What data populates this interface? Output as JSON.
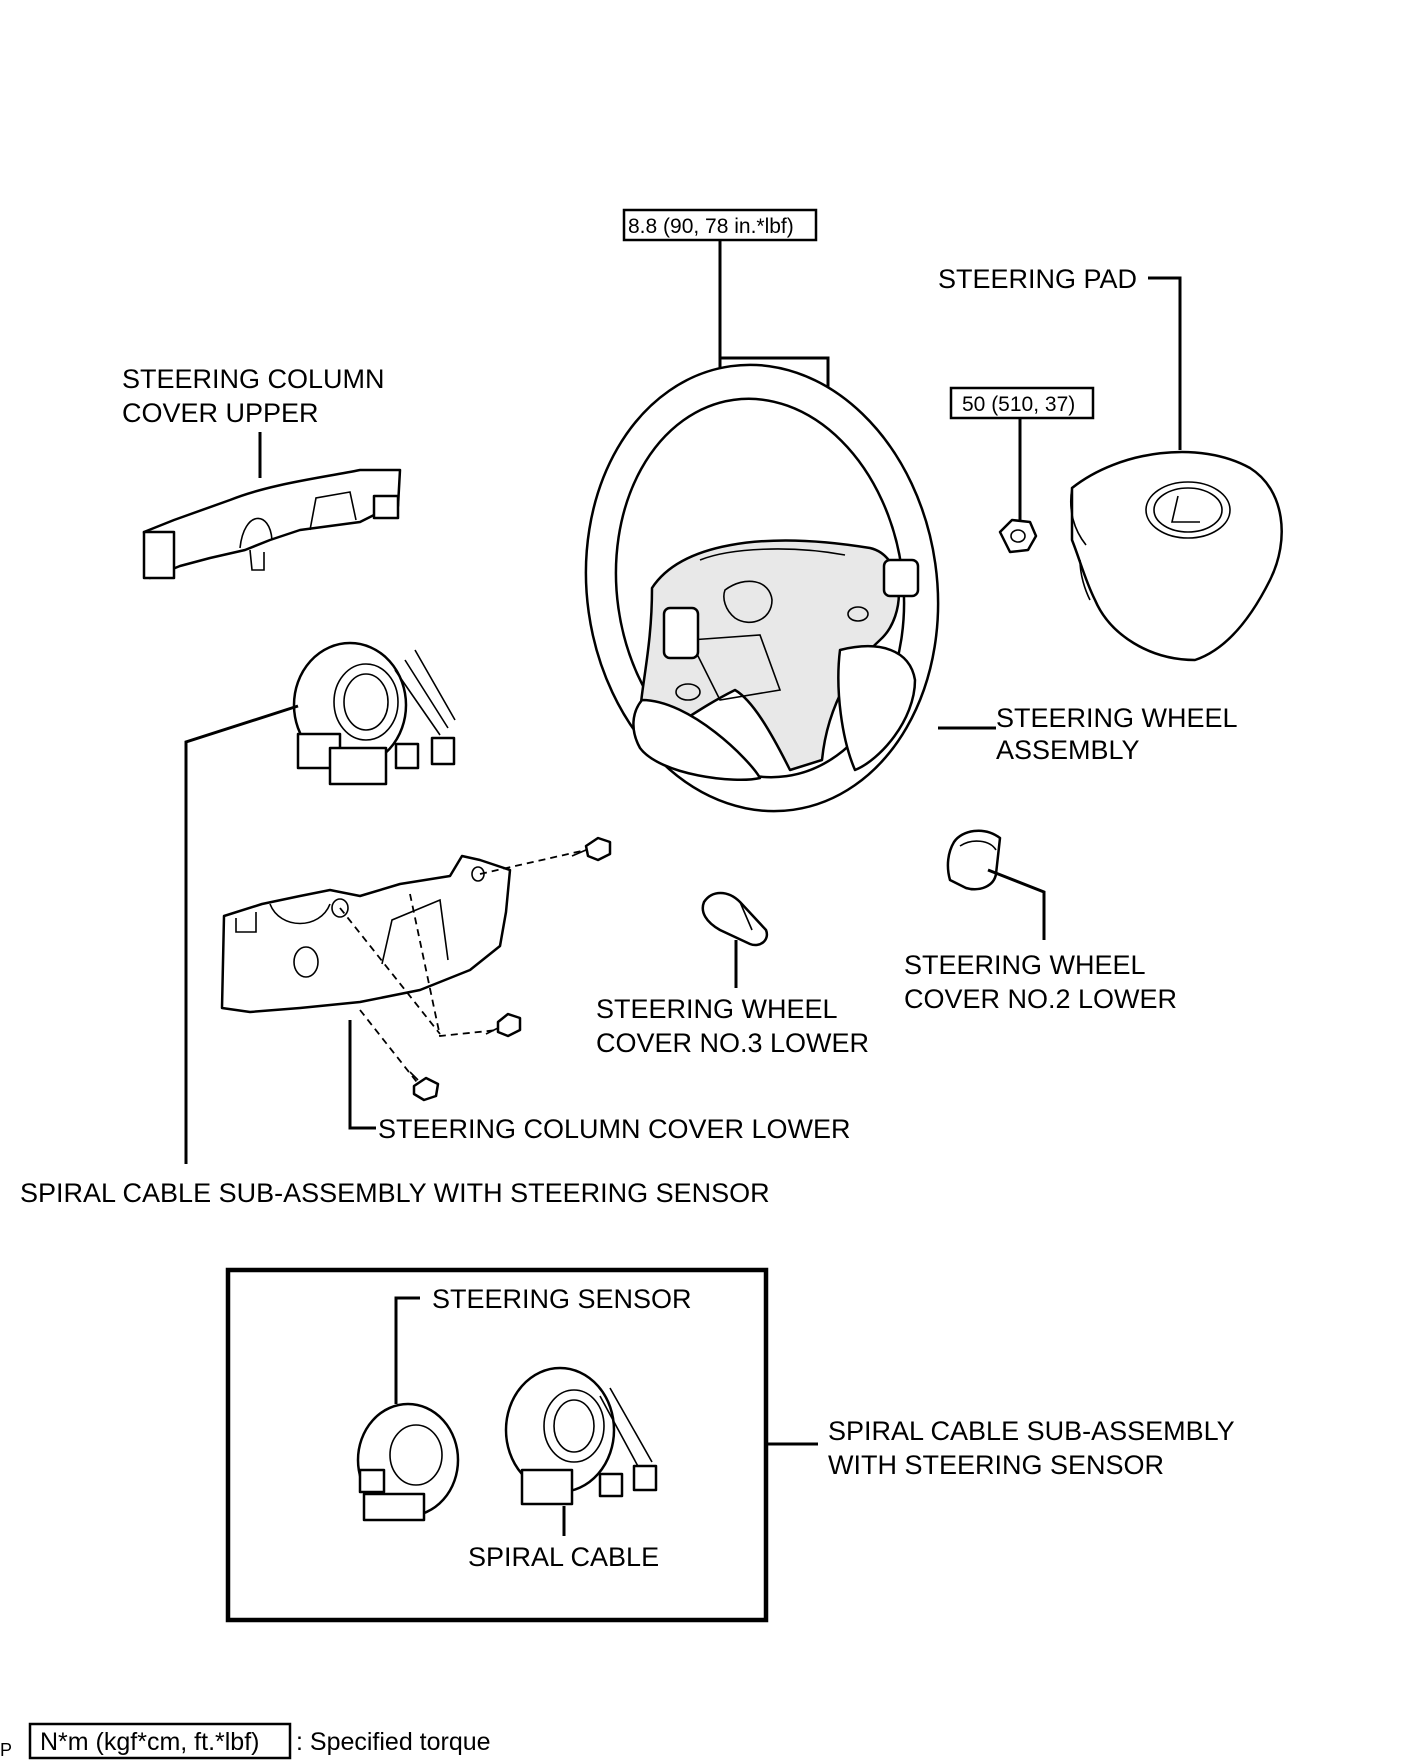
{
  "labels": {
    "torque_wheel": "8.8 (90, 78 in.*lbf)",
    "torque_nut": "50 (510, 37)",
    "steering_pad": "STEERING PAD",
    "column_cover_upper_1": "STEERING COLUMN",
    "column_cover_upper_2": "COVER UPPER",
    "wheel_assembly_1": "STEERING WHEEL",
    "wheel_assembly_2": "ASSEMBLY",
    "cover_no2_1": "STEERING WHEEL",
    "cover_no2_2": "COVER NO.2 LOWER",
    "cover_no3_1": "STEERING WHEEL",
    "cover_no3_2": "COVER NO.3 LOWER",
    "column_cover_lower": "STEERING COLUMN COVER LOWER",
    "spiral_cable_main": "SPIRAL CABLE SUB-ASSEMBLY WITH STEERING SENSOR",
    "steering_sensor": "STEERING SENSOR",
    "spiral_cable": "SPIRAL CABLE",
    "spiral_sub_1": "SPIRAL CABLE SUB-ASSEMBLY",
    "spiral_sub_2": "WITH STEERING SENSOR"
  },
  "legend": {
    "unit_box": "N*m (kgf*cm, ft.*lbf)",
    "description": ": Specified torque",
    "corner_mark": "P"
  }
}
